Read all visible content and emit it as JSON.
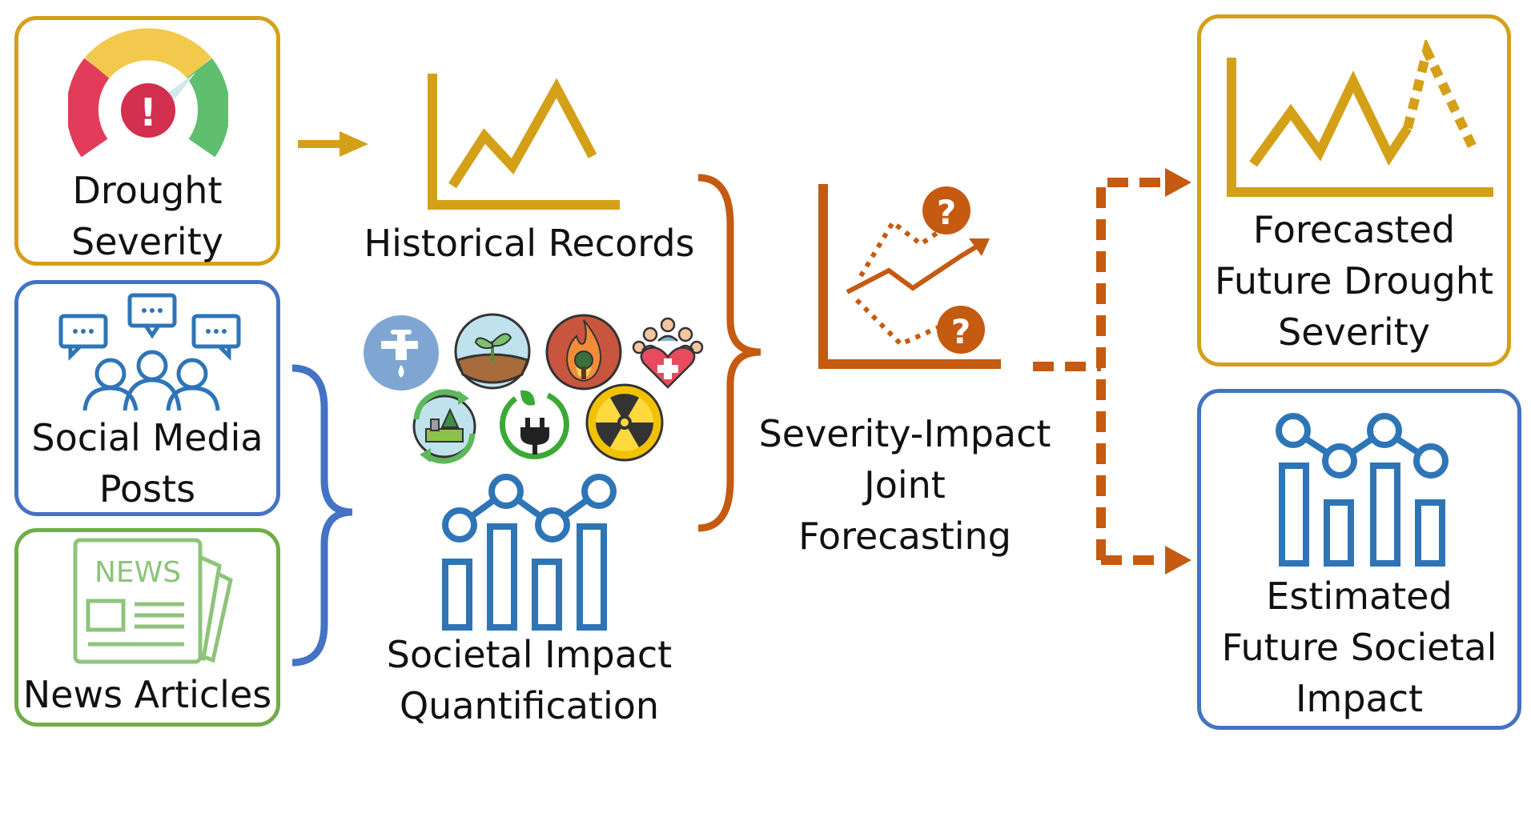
{
  "inputs": {
    "drought": {
      "line1": "Drought",
      "line2": "Severity"
    },
    "social": {
      "line1": "Social Media",
      "line2": "Posts"
    },
    "news": {
      "label": "News Articles",
      "icon_text": "NEWS"
    }
  },
  "middle": {
    "historical": "Historical Records",
    "impact": {
      "line1": "Societal Impact",
      "line2": "Quantification"
    }
  },
  "joint": {
    "line1": "Severity-Impact",
    "line2": "Joint",
    "line3": "Forecasting"
  },
  "outputs": {
    "severity": {
      "line1": "Forecasted",
      "line2": "Future Drought",
      "line3": "Severity"
    },
    "impact": {
      "line1": "Estimated",
      "line2": "Future Societal",
      "line3": "Impact"
    }
  },
  "icons": [
    "gauge-icon",
    "chat-people-icon",
    "newspaper-icon",
    "line-chart-icon",
    "water-tap-icon",
    "crop-icon",
    "fire-icon",
    "health-community-icon",
    "environment-cycle-icon",
    "green-energy-icon",
    "radiation-icon",
    "bar-line-chart-icon",
    "question-icon"
  ],
  "colors": {
    "gold": "#D4A017",
    "blue": "#4472C4",
    "green": "#70AD47",
    "orange": "#C55A11",
    "icon_blue": "#2E75B6"
  }
}
